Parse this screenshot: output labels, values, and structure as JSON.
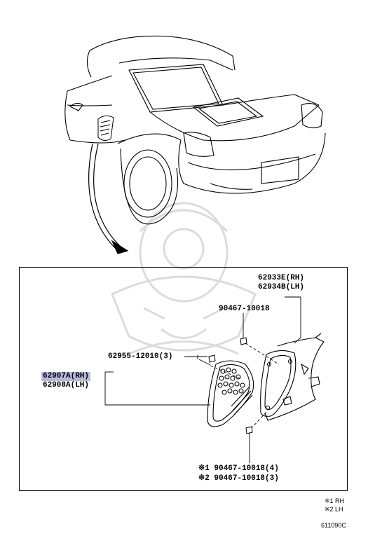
{
  "callouts": {
    "upper_rh": "62933E(RH)",
    "upper_lh": "62934B(LH)",
    "screw_top": "90467-10018",
    "clip": "62955-12010(3)",
    "main_rh": "62907A(RH)",
    "main_lh": "62908A(LH)",
    "screw_bottom_1": "※1 90467-10018(4)",
    "screw_bottom_2": "※2 90467-10018(3)"
  },
  "legend": {
    "note_1": "※1 RH",
    "note_2": "※2 LH"
  },
  "figure_number": "611090C",
  "colors": {
    "highlight": "#b7b9dc",
    "line": "#000000",
    "watermark": "#d9d9d9"
  }
}
